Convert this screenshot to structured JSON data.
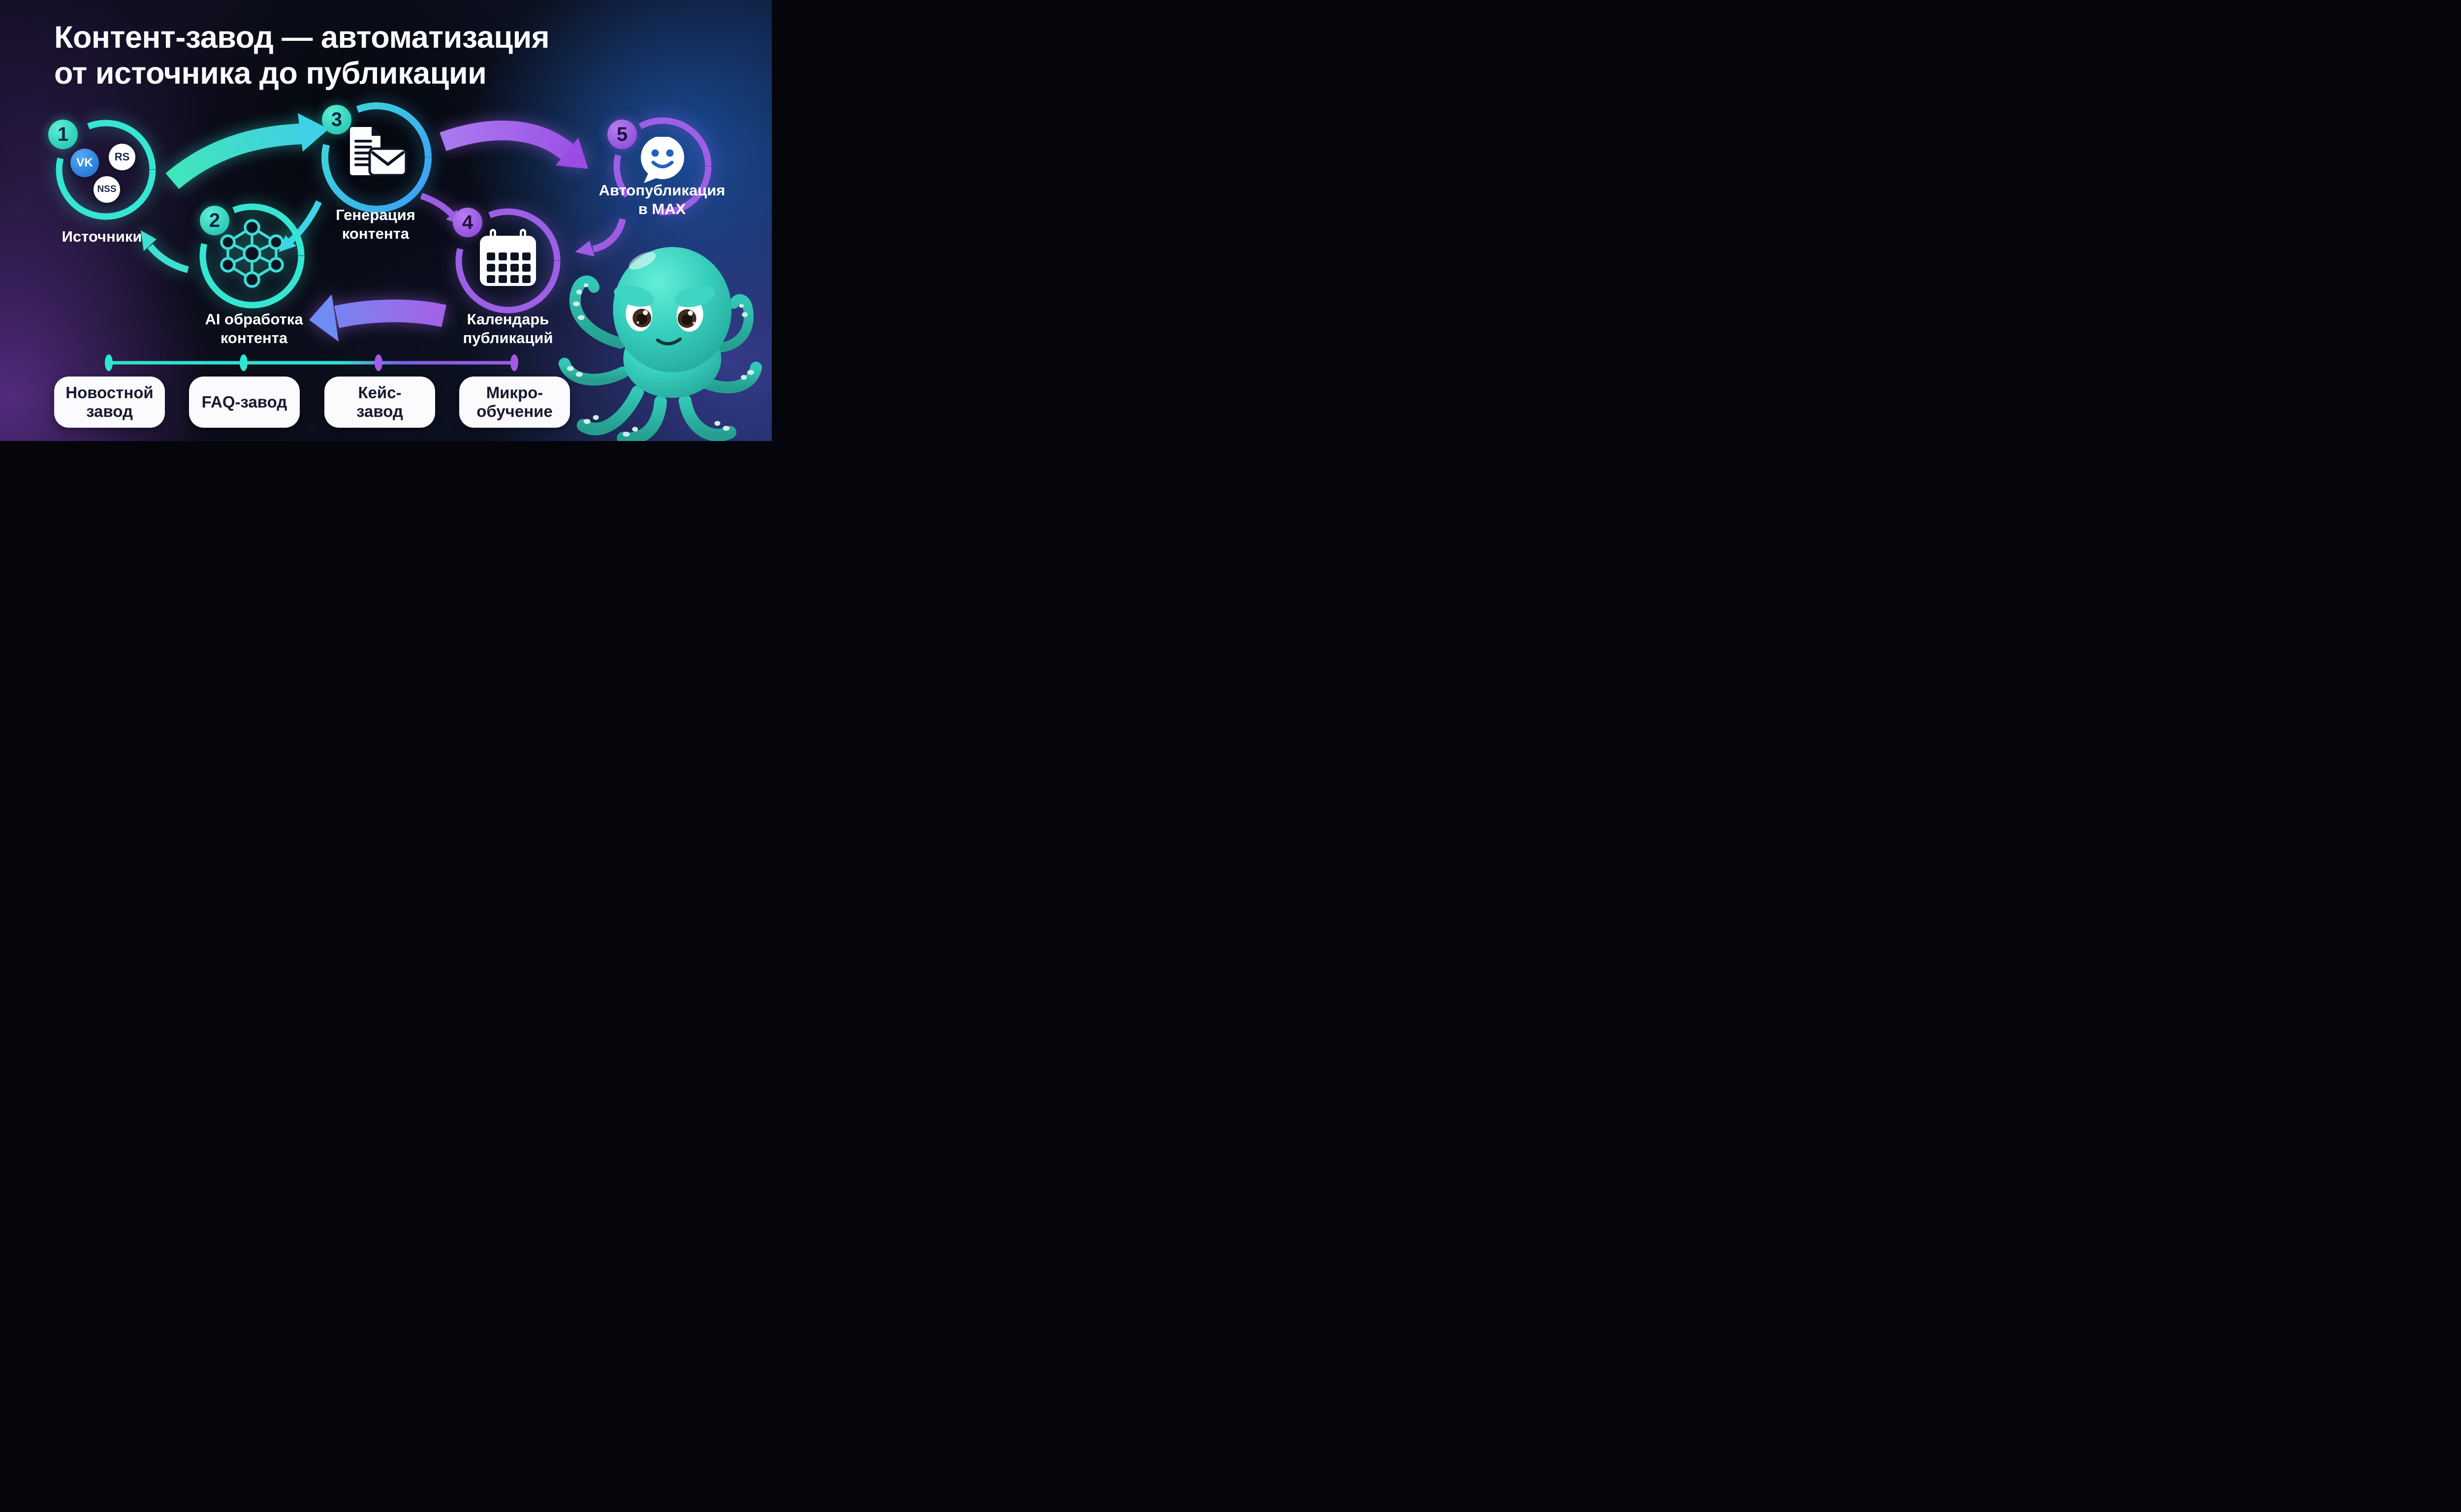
{
  "title": {
    "line1": "Контент-завод — автоматизация",
    "line2": "от источника до публикации"
  },
  "steps": [
    {
      "number": "1",
      "label_line1": "Источники",
      "label_line2": "",
      "icon": "sources-circles",
      "sources": {
        "vk": "VK",
        "rs": "RS",
        "nss": "NSS"
      },
      "accent": "#35E6D2"
    },
    {
      "number": "2",
      "label_line1": "AI обработка",
      "label_line2": "контента",
      "icon": "neural-network",
      "accent": "#35E6D2"
    },
    {
      "number": "3",
      "label_line1": "Генерация",
      "label_line2": "контента",
      "icon": "document-envelope",
      "accent": "#3FD7E6"
    },
    {
      "number": "4",
      "label_line1": "Календарь",
      "label_line2": "публикаций",
      "icon": "calendar",
      "accent": "#9D5FE6"
    },
    {
      "number": "5",
      "label_line1": "Автопубликация",
      "label_line2": "в MAX",
      "icon": "max-messenger-bubble",
      "accent": "#9D5FE6"
    }
  ],
  "pills": [
    {
      "line1": "Новостной",
      "line2": "завод"
    },
    {
      "line1": "FAQ-завод",
      "line2": ""
    },
    {
      "line1": "Кейс-",
      "line2": "завод"
    },
    {
      "line1": "Микро-",
      "line2": "обучение"
    }
  ],
  "colors": {
    "teal": "#35E6D2",
    "cyan": "#3FD7E6",
    "ring_blue": "#3DA4F5",
    "purple": "#9D5FE6",
    "vk_blue": "#2B87E4",
    "max_blue": "#2361BC",
    "badge_number_dark": "#101F38",
    "pill_bg": "#FBFBFD",
    "pill_text": "#171A2E",
    "background_navy": "#0B0D19",
    "background_blue": "#1C5097",
    "background_purple": "#5C308C",
    "mascot_teal": "#38CFBE",
    "white": "#FFFFFF"
  }
}
